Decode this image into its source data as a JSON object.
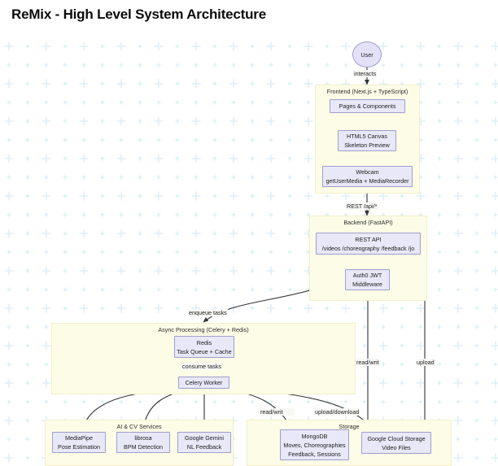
{
  "page": {
    "title": "ReMix - High Level System Architecture",
    "background_color": "#ffffff",
    "grid_color": "#d9eaf2",
    "cluster_fill": "#fdfce7",
    "cluster_stroke": "#f2f0c8",
    "node_fill": "#e8e8f8",
    "node_stroke": "#9e9ed0",
    "edge_color": "#333333"
  },
  "diagram": {
    "type": "flowchart",
    "actor": {
      "label": "User",
      "shape": "ellipse"
    },
    "clusters": [
      {
        "id": "frontend",
        "label": "Frontend (Next.js + TypeScript)",
        "nodes": [
          {
            "id": "pages",
            "lines": [
              "Pages & Components"
            ]
          },
          {
            "id": "canvas",
            "lines": [
              "HTML5 Canvas",
              "Skeleton Preview"
            ]
          },
          {
            "id": "webcam",
            "lines": [
              "Webcam",
              "getUserMedia + MediaRecorder"
            ]
          }
        ]
      },
      {
        "id": "backend",
        "label": "Backend (FastAPI)",
        "nodes": [
          {
            "id": "restapi",
            "lines": [
              "REST API",
              "/videos /choreography /feedback /jo"
            ]
          },
          {
            "id": "auth",
            "lines": [
              "Auth0 JWT",
              "Middleware"
            ]
          }
        ]
      },
      {
        "id": "async",
        "label": "Async Processing (Celery + Redis)",
        "nodes": [
          {
            "id": "redis",
            "lines": [
              "Redis",
              "Task Queue + Cache"
            ]
          },
          {
            "id": "celery",
            "lines": [
              "Celery Worker"
            ]
          }
        ]
      },
      {
        "id": "aicv",
        "label": "AI & CV Services",
        "nodes": [
          {
            "id": "mediapipe",
            "lines": [
              "MediaPipe",
              "Pose Estimation"
            ]
          },
          {
            "id": "librosa",
            "lines": [
              "librosa",
              "BPM Detection"
            ]
          },
          {
            "id": "gemini",
            "lines": [
              "Google Gemini",
              "NL Feedback"
            ]
          }
        ]
      },
      {
        "id": "storage",
        "label": "Storage",
        "nodes": [
          {
            "id": "mongodb",
            "lines": [
              "MongoDB",
              "Moves, Choreographies",
              "Feedback, Sessions"
            ]
          },
          {
            "id": "gcs",
            "lines": [
              "Google Cloud Storage",
              "Video Files"
            ]
          }
        ]
      }
    ],
    "edge_labels": [
      {
        "id": "user-frontend",
        "text": "interacts"
      },
      {
        "id": "frontend-backend",
        "text": "REST /api/*"
      },
      {
        "id": "backend-async",
        "text": "enqueue tasks"
      },
      {
        "id": "redis-celery",
        "text": "consume tasks"
      },
      {
        "id": "backend-mongo",
        "text": "read/writ"
      },
      {
        "id": "backend-gcs",
        "text": "upload"
      },
      {
        "id": "celery-mongo",
        "text": "read/writ"
      },
      {
        "id": "celery-gcs",
        "text": "upload/download"
      }
    ]
  }
}
